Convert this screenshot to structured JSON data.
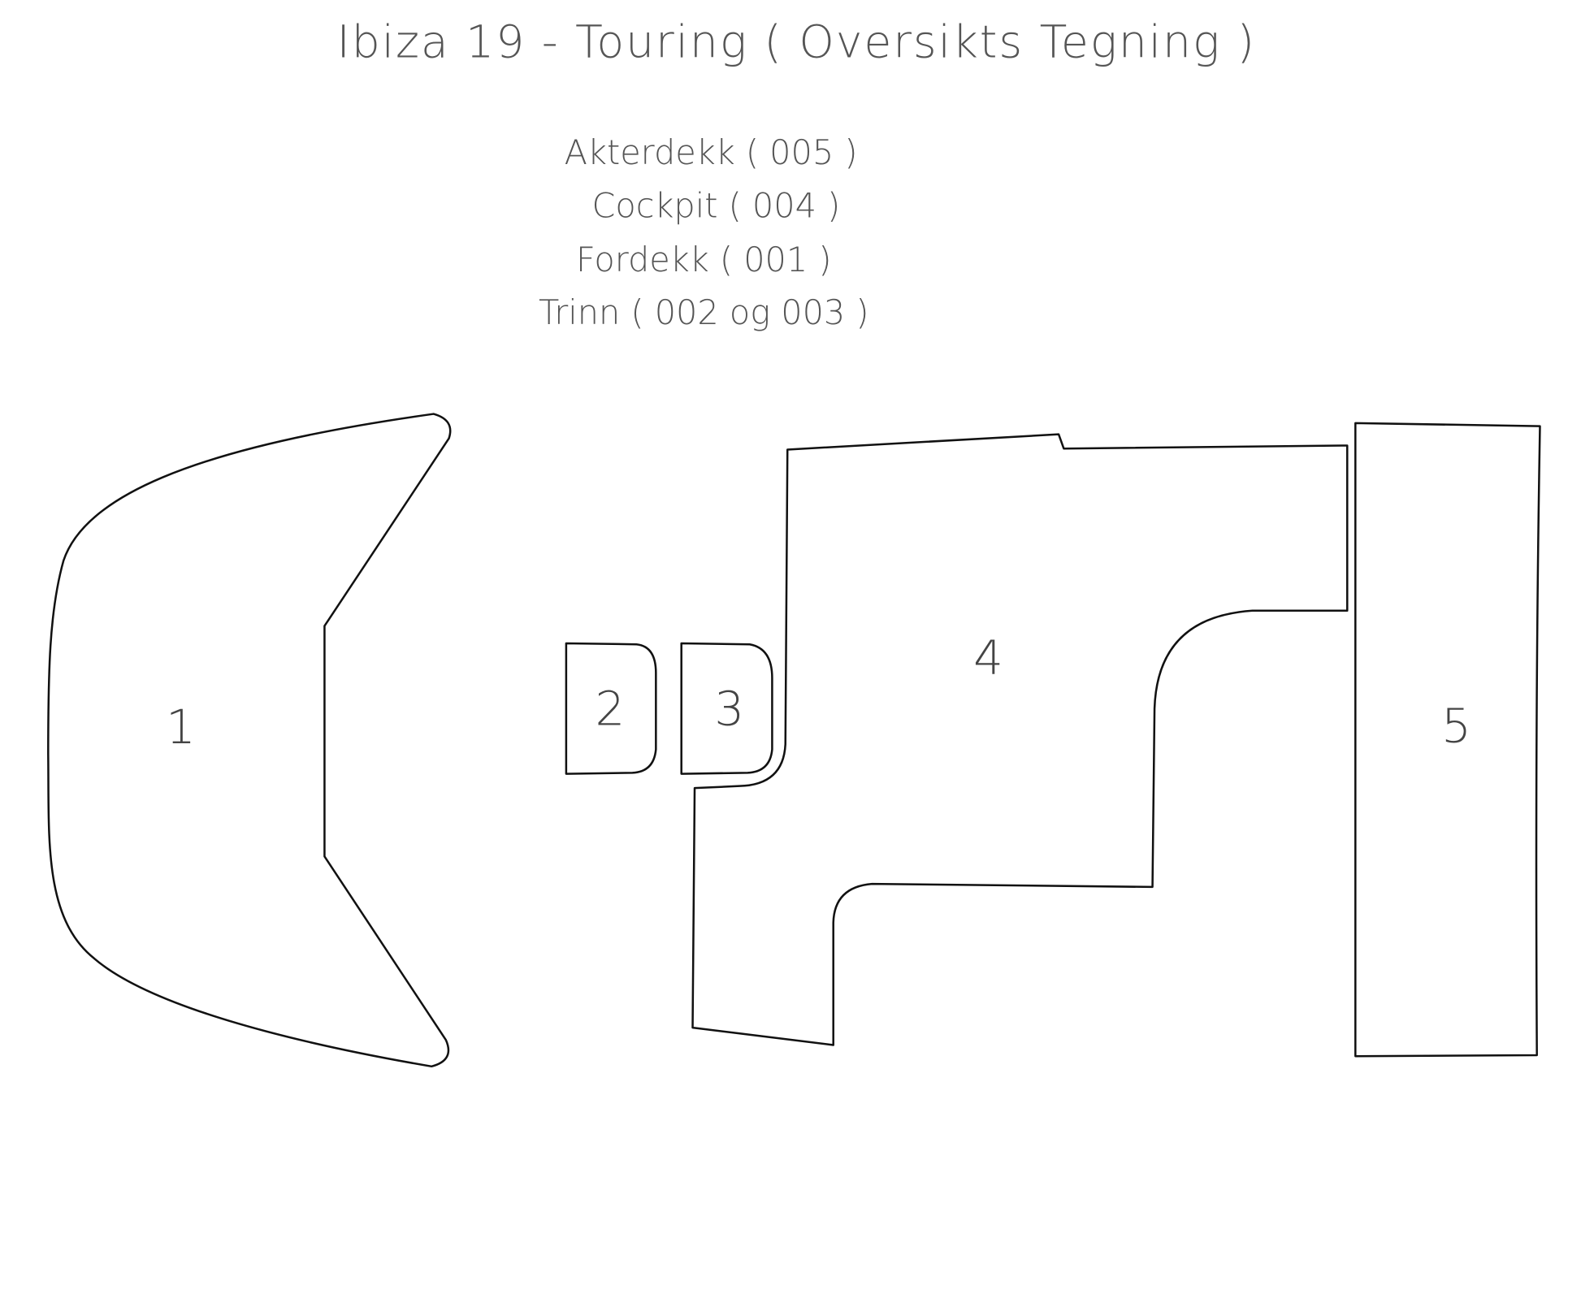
{
  "title": "Ibiza 19  -  Touring ( Oversikts  Tegning )",
  "legend": [
    "Akterdekk ( 005 )",
    "Cockpit ( 004 )",
    "Fordekk ( 001 )",
    "Trinn ( 002 og 003 )"
  ],
  "parts": [
    {
      "label": "1"
    },
    {
      "label": "2"
    },
    {
      "label": "3"
    },
    {
      "label": "4"
    },
    {
      "label": "5"
    }
  ]
}
